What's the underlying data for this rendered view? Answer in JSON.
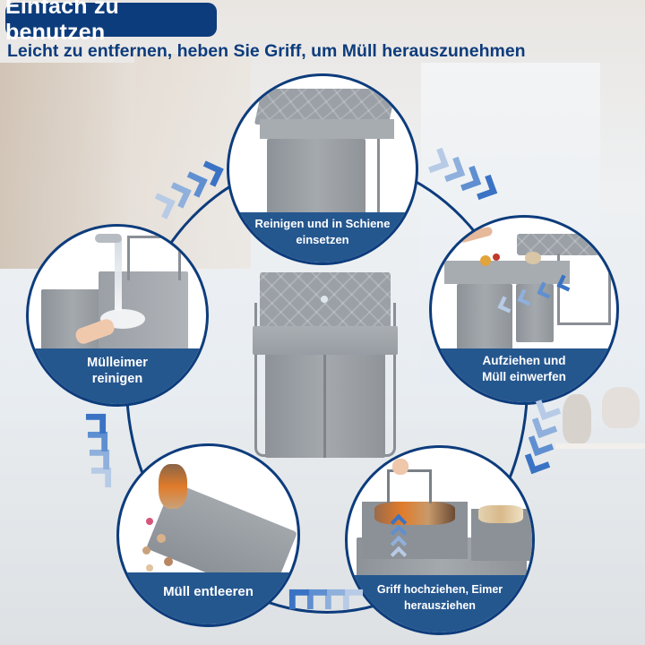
{
  "header": {
    "title": "Einfach zu benutzen",
    "subtitle": "Leicht zu entfernen, heben Sie Griff, um Müll herauszunehmen"
  },
  "colors": {
    "brand_navy": "#0d3c7c",
    "label_band": "#25578f",
    "arrow_blue": "#3a73c4",
    "bin_gray": "#9aa0a6"
  },
  "product": {
    "name": "center-product-image",
    "description": "Grey pull-out waste bin with quilted lid and metal frame"
  },
  "steps": [
    {
      "order": 1,
      "label_line1": "Reinigen und in Schiene",
      "label_line2": "einsetzen",
      "scene": "bin-with-rail-frame"
    },
    {
      "order": 2,
      "label_line1": "Aufziehen und",
      "label_line2": "Müll einwerfen",
      "scene": "pull-out-bins-with-food-waste"
    },
    {
      "order": 3,
      "label_line1": "Griff hochziehen, Eimer",
      "label_line2": "herausziehen",
      "scene": "lift-bucket-by-handle"
    },
    {
      "order": 4,
      "label_line1": "Müll entleeren",
      "label_line2": "",
      "scene": "tipping-bucket-empty-waste"
    },
    {
      "order": 5,
      "label_line1": "Mülleimer",
      "label_line2": "reinigen",
      "scene": "washing-bucket-under-tap"
    }
  ],
  "arrows": [
    {
      "position": "top-left",
      "direction": "up-right",
      "icon": "chevron-right-icon"
    },
    {
      "position": "top-right",
      "direction": "down-right",
      "icon": "chevron-right-icon"
    },
    {
      "position": "right",
      "direction": "down",
      "icon": "chevron-down-icon"
    },
    {
      "position": "bottom",
      "direction": "left",
      "icon": "chevron-left-icon"
    },
    {
      "position": "left",
      "direction": "up",
      "icon": "chevron-up-icon"
    }
  ]
}
